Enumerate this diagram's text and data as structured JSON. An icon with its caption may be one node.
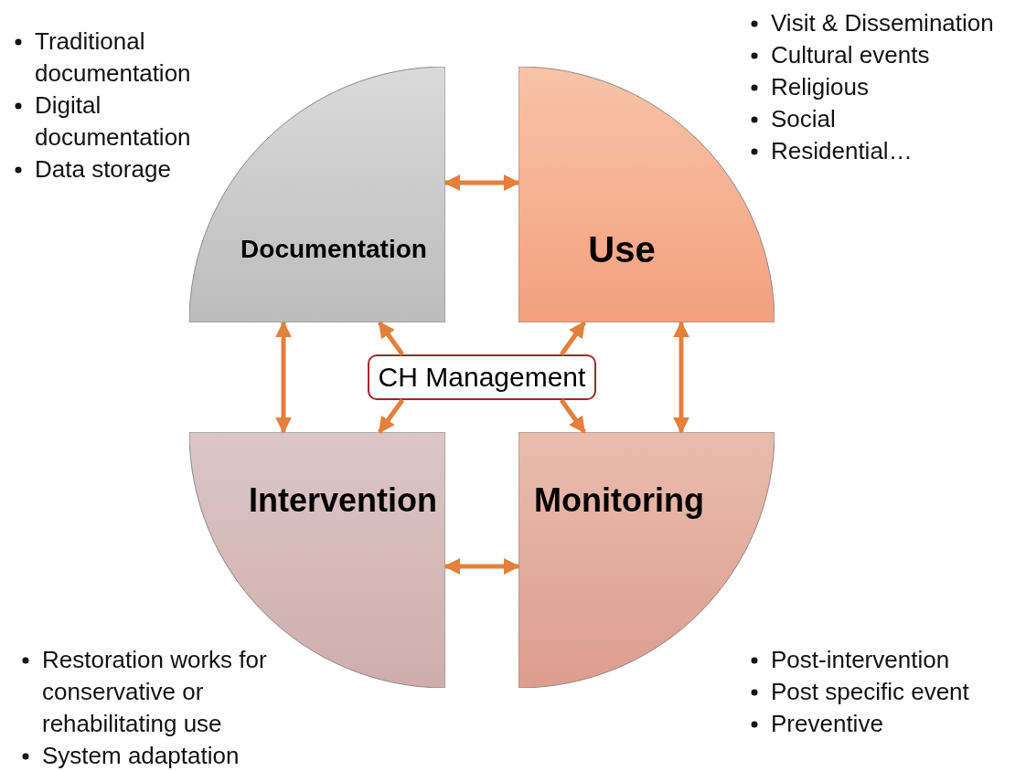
{
  "diagram": {
    "nodes": [
      {
        "text": [
          "Documentation"
        ],
        "beside": [
          "Traditional documentation",
          "Digital documentation",
          "Data storage"
        ]
      },
      {
        "text": [
          "Use"
        ],
        "beside": [
          "Visit & Dissemination",
          "Cultural events",
          "Religious",
          "Social",
          "Residential…"
        ]
      },
      {
        "text": [
          "CH Management"
        ]
      },
      {
        "text": [
          "Intervention"
        ],
        "beside": [
          "Restoration works for conservative or rehabilitating use",
          "System adaptation"
        ]
      },
      {
        "text": [
          "Monitoring"
        ],
        "beside": [
          "Post-intervention",
          "Post specific event",
          "Preventive"
        ]
      }
    ],
    "edges": [
      {
        "from": 0,
        "to": 1,
        "arrow": "both"
      },
      {
        "from": 0,
        "to": 3,
        "arrow": "both"
      },
      {
        "from": 1,
        "to": 4,
        "arrow": "both"
      },
      {
        "from": 3,
        "to": 4,
        "arrow": "both"
      },
      {
        "from": 2,
        "to": 0,
        "arrow": "to"
      },
      {
        "from": 2,
        "to": 1,
        "arrow": "to"
      },
      {
        "from": 2,
        "to": 3,
        "arrow": "to"
      },
      {
        "from": 2,
        "to": 4,
        "arrow": "to"
      }
    ]
  }
}
